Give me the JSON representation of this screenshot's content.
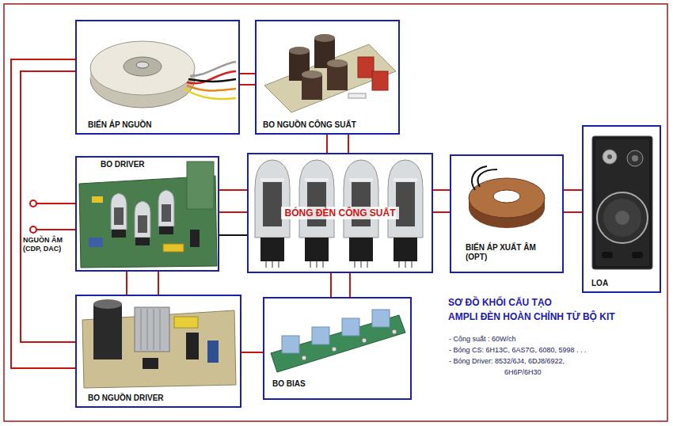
{
  "diagram": {
    "title": "SƠ ĐỒ KHỐI CẤU TẠO AMPLI ĐÈN HOÀN CHỈNH TỪ BỘ KIT",
    "nodes": [
      {
        "text": [
          "BIẾN ÁP NGUỒN"
        ]
      },
      {
        "text": [
          "BO NGUỒN CÔNG SUẤT"
        ]
      },
      {
        "text": [
          "BO DRIVER"
        ]
      },
      {
        "text": [
          "BÓNG ĐÈN CÔNG SUẤT"
        ]
      },
      {
        "text": [
          "BIẾN ÁP XUẤT ÂM (OPT)"
        ]
      },
      {
        "text": [
          "LOA"
        ]
      },
      {
        "text": [
          "BO NGUỒN DRIVER"
        ]
      },
      {
        "text": [
          "BO BIAS"
        ]
      }
    ],
    "edges": [
      {
        "from": 0,
        "to": 1,
        "arrow": "none"
      },
      {
        "from": 0,
        "to": 1,
        "arrow": "none"
      },
      {
        "from": 0,
        "to": 6,
        "arrow": "none"
      },
      {
        "from": 0,
        "to": 6,
        "arrow": "none"
      },
      {
        "from": 1,
        "to": 3,
        "arrow": "none"
      },
      {
        "from": 1,
        "to": 3,
        "arrow": "none"
      },
      {
        "from": 2,
        "to": 3,
        "arrow": "none"
      },
      {
        "from": 2,
        "to": 3,
        "arrow": "none"
      },
      {
        "from": 2,
        "to": 3,
        "arrow": "none"
      },
      {
        "from": 3,
        "to": 4,
        "arrow": "none"
      },
      {
        "from": 3,
        "to": 4,
        "arrow": "none"
      },
      {
        "from": 4,
        "to": 5,
        "arrow": "none"
      },
      {
        "from": 4,
        "to": 5,
        "arrow": "none"
      },
      {
        "from": 2,
        "to": 6,
        "arrow": "none"
      },
      {
        "from": 2,
        "to": 6,
        "arrow": "none"
      },
      {
        "from": 3,
        "to": 7,
        "arrow": "none"
      },
      {
        "from": 3,
        "to": 7,
        "arrow": "none"
      },
      {
        "from": 6,
        "to": 7,
        "arrow": "none"
      }
    ],
    "labels": [
      "NGUỒN ÂM (CDP, DAC)",
      "- Công suất : 60W/ch",
      "- Bóng CS: 6H13C, 6AS7G, 6080, 5998 . . .",
      "- Bóng Driver: 8532/6J4, 6DJ8/6922, 6H6P/6H30"
    ]
  }
}
